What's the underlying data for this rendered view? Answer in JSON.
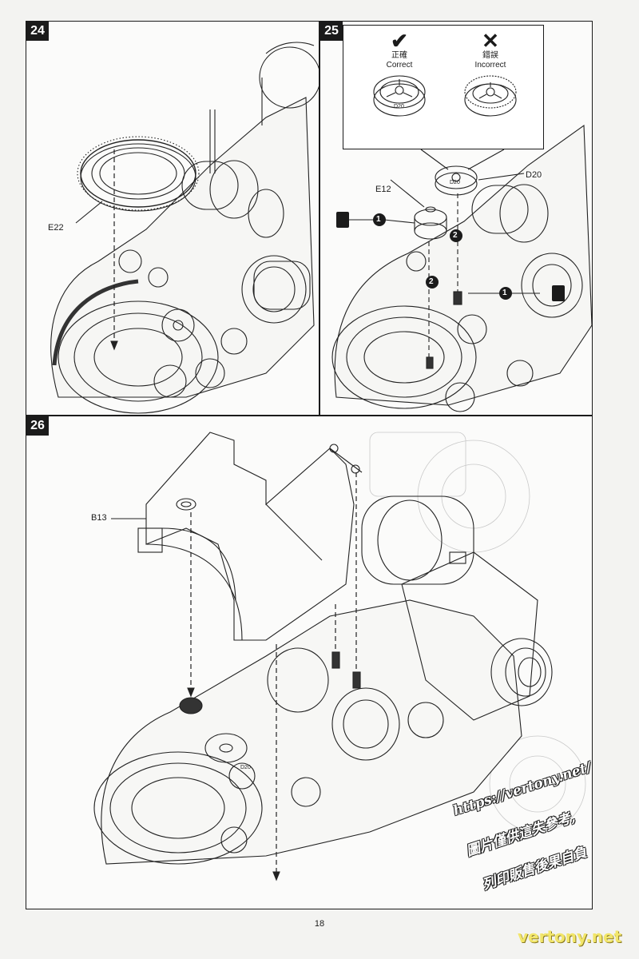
{
  "page": {
    "number": "18"
  },
  "steps": [
    {
      "number": "24",
      "parts": [
        "E22"
      ]
    },
    {
      "number": "25",
      "parts": [
        "E12",
        "D20"
      ],
      "callout": {
        "correct": {
          "zh": "正確",
          "en": "Correct",
          "mark": "✔"
        },
        "incorrect": {
          "zh": "錯誤",
          "en": "Incorrect",
          "mark": "✕"
        },
        "gear_label": "D20"
      },
      "sequence_markers": [
        "1",
        "2"
      ]
    },
    {
      "number": "26",
      "parts": [
        "B13"
      ]
    }
  ],
  "gear_labels": {
    "d20": "D20"
  },
  "watermark": {
    "line1": "https://vertony.net/",
    "line2": "圖片僅供這失參考,",
    "line3": "列印販售後果自負",
    "site": "vertony.net"
  }
}
